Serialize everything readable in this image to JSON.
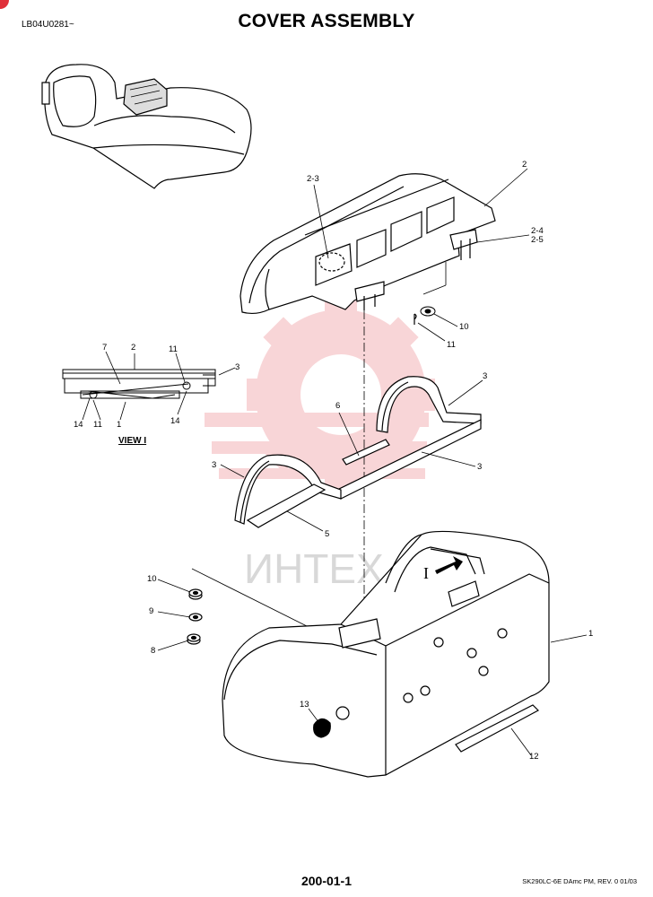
{
  "header": {
    "doc_code": "LB04U0281~",
    "title": "COVER ASSEMBLY"
  },
  "footer": {
    "page_number": "200-01-1",
    "revision": "SK290LC-6E DAmc PM, REV. 0 01/03"
  },
  "watermark": {
    "text": "ИНТЕХ",
    "color": "#f2a0a6"
  },
  "view_label": "VIEW I",
  "view_marker": "I",
  "callouts": {
    "c2_3": "2-3",
    "c2": "2",
    "c2_4": "2-4",
    "c2_5": "2-5",
    "c10a": "10",
    "c11a": "11",
    "c3a": "3",
    "c6": "6",
    "c3b": "3",
    "c3c": "3",
    "c5": "5",
    "c10b": "10",
    "c9": "9",
    "c8": "8",
    "c1": "1",
    "c13": "13",
    "c12": "12",
    "v7": "7",
    "v2": "2",
    "v11a": "11",
    "v3": "3",
    "v14a": "14",
    "v11b": "11",
    "v1": "1",
    "v14b": "14"
  }
}
